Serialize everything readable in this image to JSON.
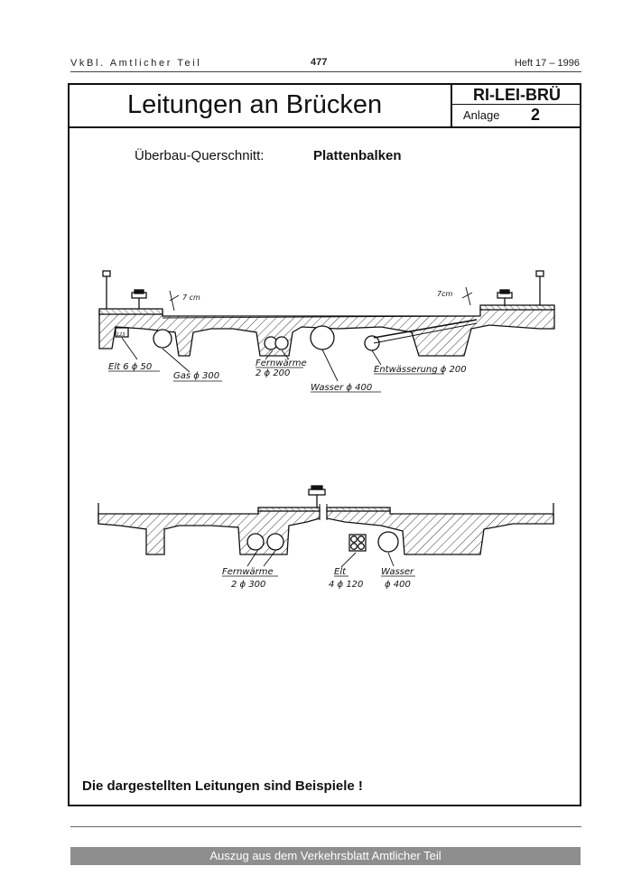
{
  "header": {
    "left": "VkBl. Amtlicher Teil",
    "page": "477",
    "issue": "Heft 17 – 1996"
  },
  "title": {
    "main": "Leitungen an Brücken",
    "code": "RI-LEI-BRÜ",
    "annex_label": "Anlage",
    "annex_number": "2"
  },
  "section": {
    "label": "Überbau-Querschnitt:",
    "value": "Plattenbalken"
  },
  "drawing1": {
    "dim_left": "7 cm",
    "dim_right": "7cm",
    "elt_tag": "123",
    "labels": {
      "elt": "Elt 6 ϕ 50",
      "gas": "Gas ϕ 300",
      "fernwaerme_line1": "Fernwärme",
      "fernwaerme_line2": "2 ϕ 200",
      "wasser": "Wasser ϕ 400",
      "entwaesserung": "Entwässerung ϕ 200"
    }
  },
  "drawing2": {
    "labels": {
      "fernwaerme_line1": "Fernwärme",
      "fernwaerme_line2": "2 ϕ 300",
      "elt_line1": "Elt",
      "elt_line2": "4 ϕ 120",
      "wasser_line1": "Wasser",
      "wasser_line2": "ϕ 400"
    }
  },
  "footnote": "Die dargestellten Leitungen sind Beispiele !",
  "footer": "Auszug aus dem Verkehrsblatt Amtlicher Teil"
}
